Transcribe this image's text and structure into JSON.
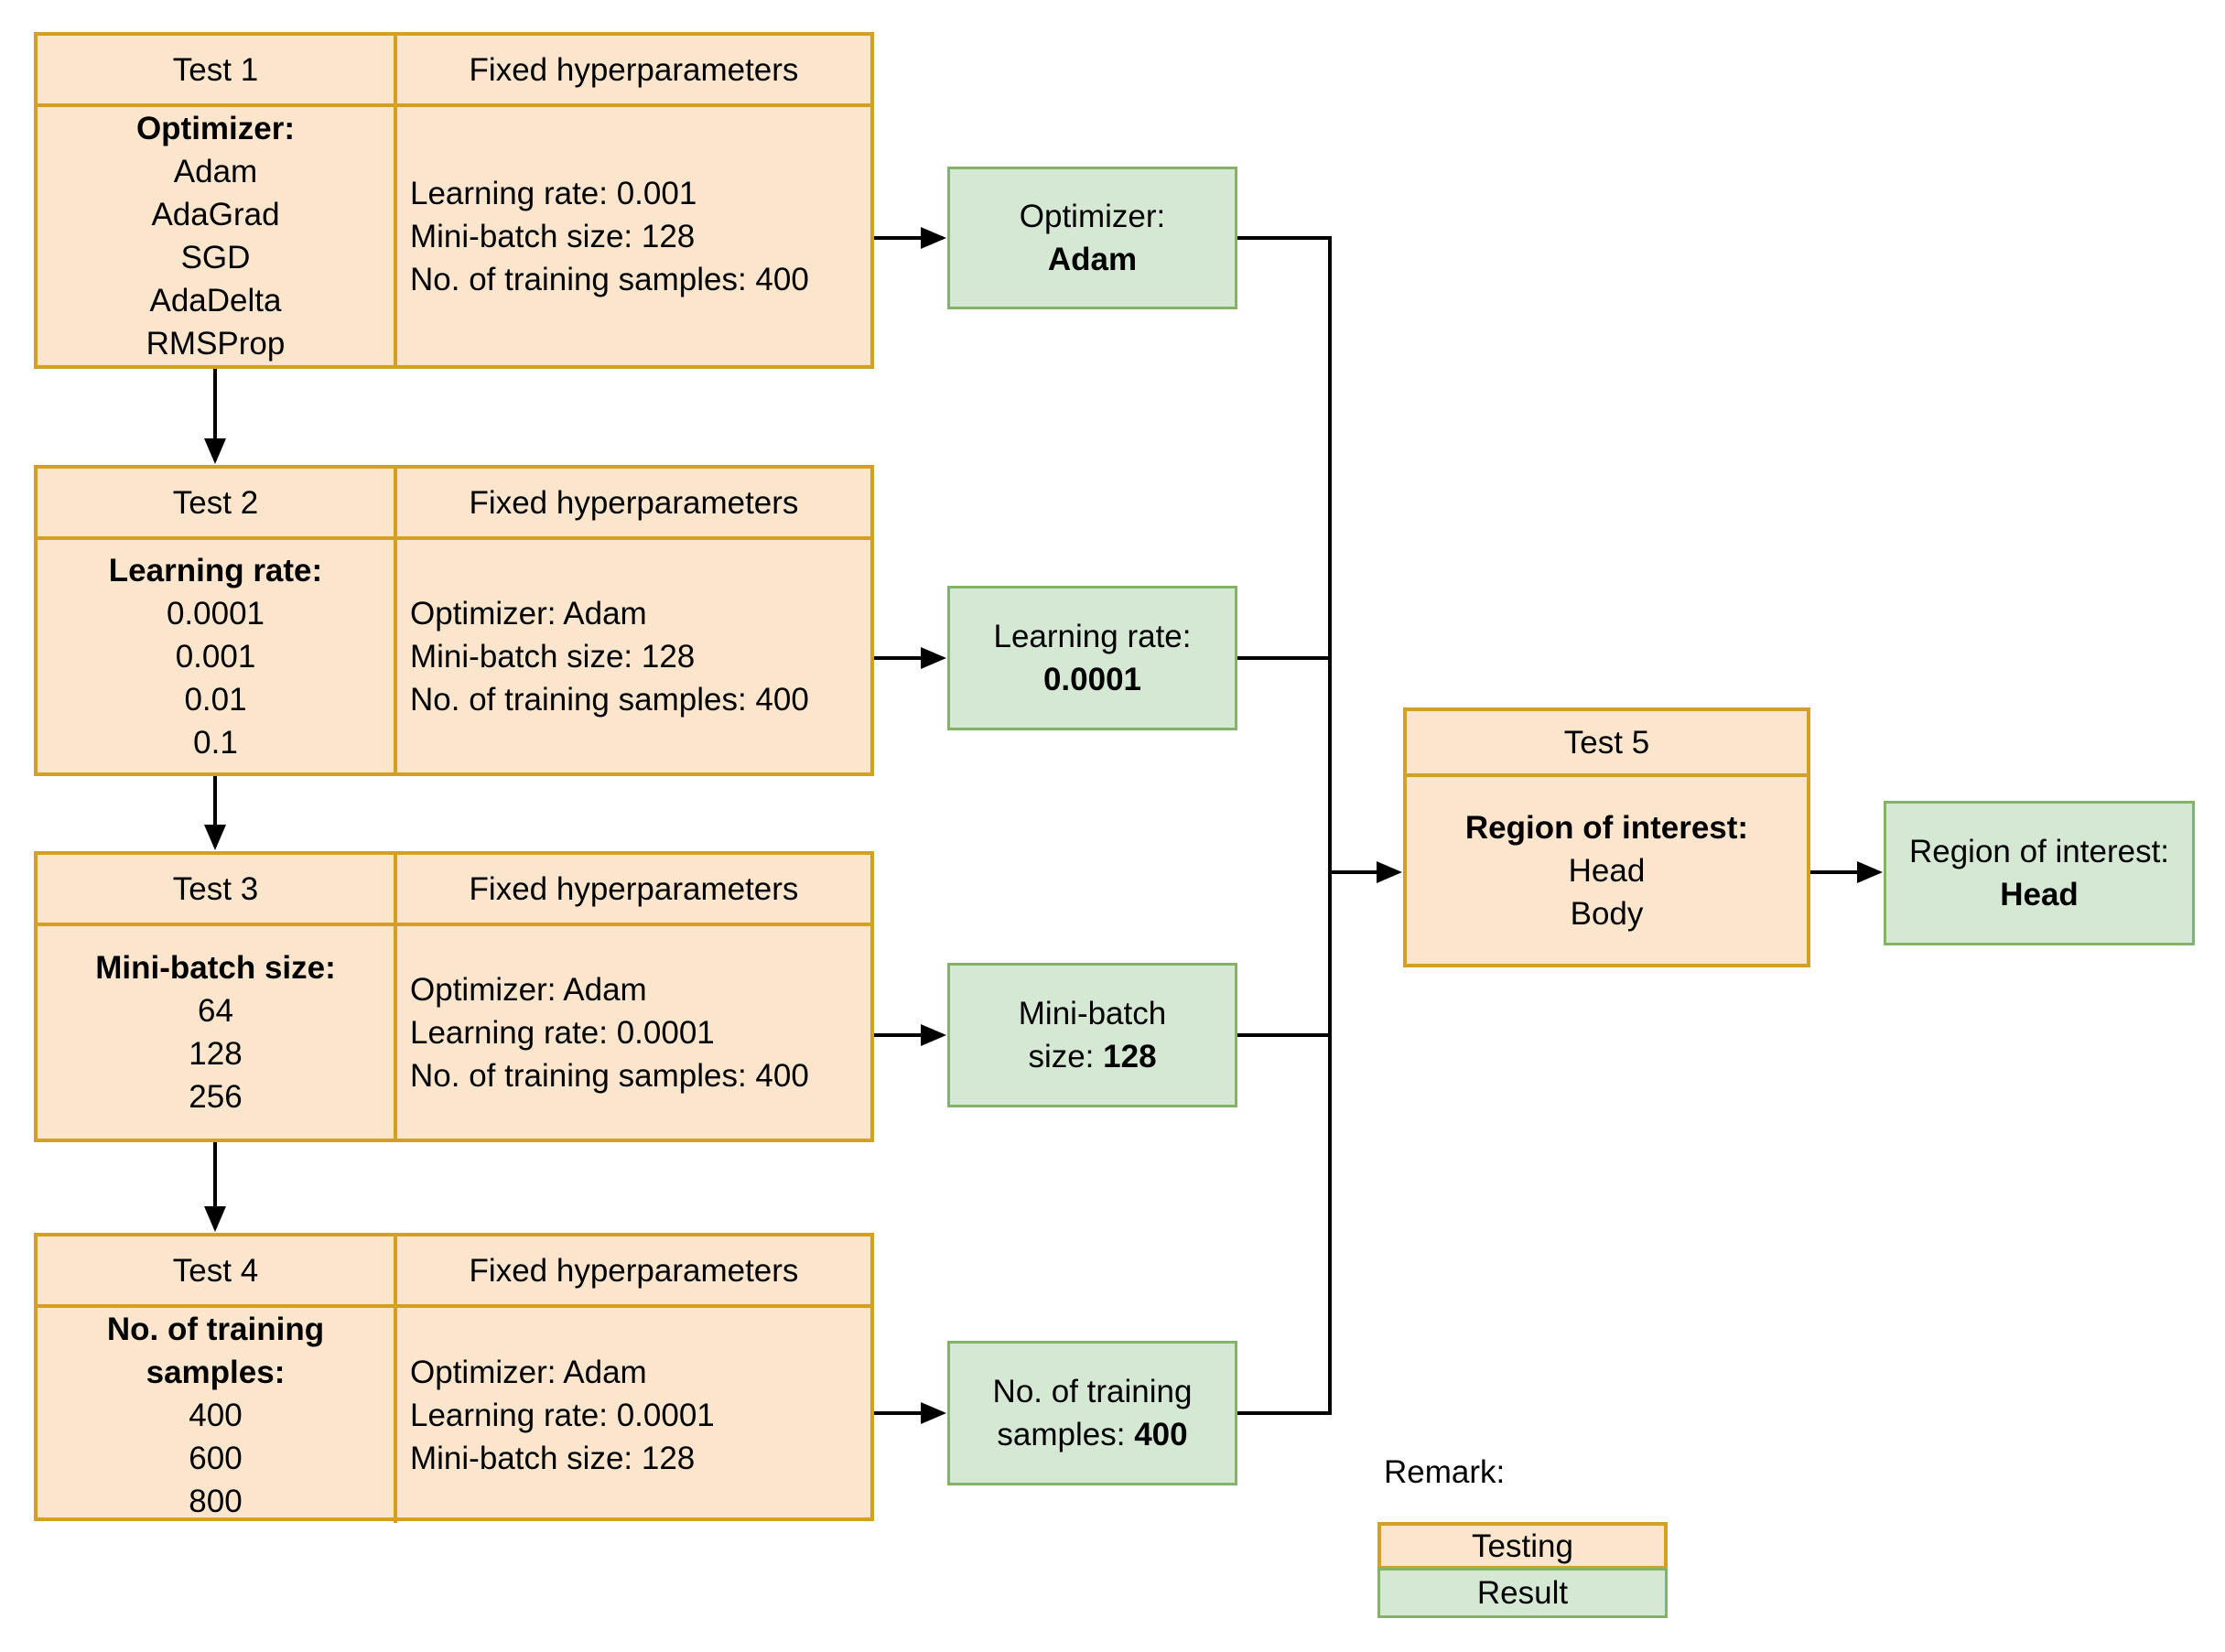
{
  "tests": [
    {
      "title": "Test 1",
      "fixed_header": "Fixed hyperparameters",
      "variable_label": "Optimizer:",
      "options": [
        "Adam",
        "AdaGrad",
        "SGD",
        "AdaDelta",
        "RMSProp"
      ],
      "fixed": [
        "Learning rate: 0.001",
        "Mini-batch size: 128",
        "No. of training samples: 400"
      ]
    },
    {
      "title": "Test 2",
      "fixed_header": "Fixed hyperparameters",
      "variable_label": "Learning rate:",
      "options": [
        "0.0001",
        "0.001",
        "0.01",
        "0.1"
      ],
      "fixed": [
        "Optimizer: Adam",
        "Mini-batch size: 128",
        "No. of training samples: 400"
      ]
    },
    {
      "title": "Test 3",
      "fixed_header": "Fixed hyperparameters",
      "variable_label": "Mini-batch size:",
      "options": [
        "64",
        "128",
        "256"
      ],
      "fixed": [
        "Optimizer: Adam",
        "Learning rate: 0.0001",
        "No. of training samples: 400"
      ]
    },
    {
      "title": "Test 4",
      "fixed_header": "Fixed hyperparameters",
      "variable_label": "No. of training\nsamples:",
      "options": [
        "400",
        "600",
        "800"
      ],
      "fixed": [
        "Optimizer: Adam",
        "Learning rate: 0.0001",
        "Mini-batch size: 128"
      ]
    }
  ],
  "results": [
    {
      "line1": "Optimizer:",
      "prefix": "",
      "value": "Adam"
    },
    {
      "line1": "Learning rate:",
      "prefix": "",
      "value": "0.0001"
    },
    {
      "line1": "Mini-batch",
      "prefix": "size: ",
      "value": "128"
    },
    {
      "line1": "No. of training",
      "prefix": "samples: ",
      "value": "400"
    }
  ],
  "test5": {
    "title": "Test 5",
    "variable_label": "Region of interest:",
    "options": [
      "Head",
      "Body"
    ]
  },
  "final_result": {
    "line1": "Region of interest:",
    "value": "Head"
  },
  "legend": {
    "title": "Remark:",
    "testing_label": "Testing",
    "result_label": "Result"
  },
  "colors": {
    "testing_fill": "#FCE5CD",
    "testing_border": "#D5A021",
    "result_fill": "#D5E8D4",
    "result_border": "#82B366",
    "connector": "#000000"
  }
}
